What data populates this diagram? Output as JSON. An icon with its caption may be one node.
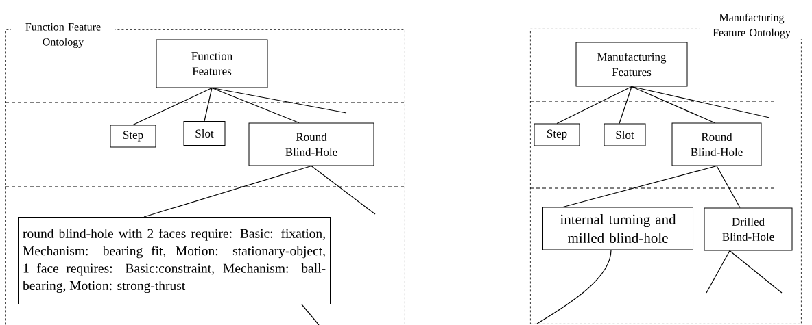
{
  "diagram": {
    "nodes": [
      {
        "text": [
          "Function Feature Ontology"
        ]
      },
      {
        "text": [
          "Function Features"
        ],
        "in": 0
      },
      {
        "text": [
          "Step"
        ],
        "in": 0
      },
      {
        "text": [
          "Slot"
        ],
        "in": 0
      },
      {
        "text": [
          "Round Blind-Hole"
        ],
        "in": 0
      },
      {
        "text": [
          "round blind-hole with 2 faces require: Basic: fixation, Mechanism: bearing fit, Motion: stationary-object, 1 face requires: Basic:constraint, Mechanism: ball-bearing, Motion: strong-thrust"
        ],
        "in": 0
      },
      {
        "text": [
          "Manufacturing Feature Ontology"
        ]
      },
      {
        "text": [
          "Manufacturing Features"
        ],
        "in": 6
      },
      {
        "text": [
          "Step"
        ],
        "in": 6
      },
      {
        "text": [
          "Slot"
        ],
        "in": 6
      },
      {
        "text": [
          "Round Blind-Hole"
        ],
        "in": 6
      },
      {
        "text": [
          "internal turning and milled blind-hole"
        ],
        "in": 6
      },
      {
        "text": [
          "Drilled Blind-Hole"
        ],
        "in": 6
      }
    ],
    "edges": [
      {
        "from": 1,
        "to": 2,
        "arrow": "none"
      },
      {
        "from": 1,
        "to": 3,
        "arrow": "none"
      },
      {
        "from": 1,
        "to": 4,
        "arrow": "none"
      },
      {
        "from": 1,
        "to": null,
        "arrow": "none"
      },
      {
        "from": 4,
        "to": 5,
        "arrow": "none"
      },
      {
        "from": 4,
        "to": null,
        "arrow": "none"
      },
      {
        "from": 5,
        "to": null,
        "arrow": "none"
      },
      {
        "from": 7,
        "to": 8,
        "arrow": "none"
      },
      {
        "from": 7,
        "to": 9,
        "arrow": "none"
      },
      {
        "from": 7,
        "to": 10,
        "arrow": "none"
      },
      {
        "from": 7,
        "to": null,
        "arrow": "none"
      },
      {
        "from": 10,
        "to": 11,
        "arrow": "none"
      },
      {
        "from": 10,
        "to": 12,
        "arrow": "none"
      },
      {
        "from": 11,
        "to": null,
        "arrow": "none"
      },
      {
        "from": 12,
        "to": null,
        "arrow": "none"
      },
      {
        "from": 12,
        "to": null,
        "arrow": "none"
      }
    ]
  }
}
